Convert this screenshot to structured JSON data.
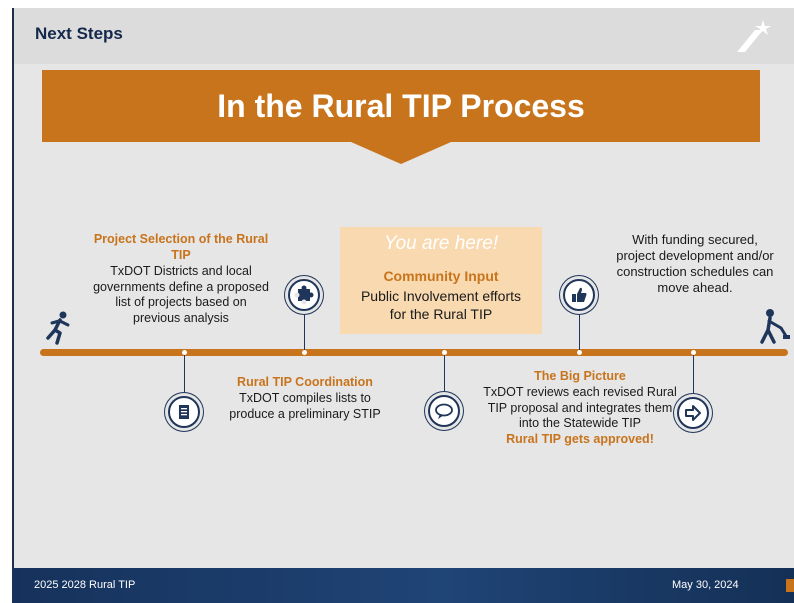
{
  "header": {
    "title": "Next Steps"
  },
  "banner": {
    "title": "In the Rural TIP Process"
  },
  "highlight": {
    "here": "You are here!",
    "heading": "Community Input",
    "body": "Public Involvement efforts for the Rural TIP"
  },
  "steps": {
    "selection": {
      "heading": "Project Selection of the Rural TIP",
      "body": "TxDOT Districts and local governments define a proposed list of projects based on previous analysis"
    },
    "coordination": {
      "heading": "Rural TIP Coordination",
      "body": "TxDOT compiles lists to produce a preliminary STIP"
    },
    "big_picture": {
      "heading": "The Big Picture",
      "body": "TxDOT reviews each revised Rural TIP proposal and integrates them into the Statewide TIP",
      "approved": "Rural TIP gets approved!"
    },
    "funding": {
      "body": "With funding secured, project development and/or construction schedules can move ahead."
    }
  },
  "icons": [
    "runner-icon",
    "document-icon",
    "puzzle-icon",
    "speech-bubble-icon",
    "thumbs-up-icon",
    "arrow-right-icon",
    "worker-icon"
  ],
  "footer": {
    "left": "2025 2028 Rural TIP",
    "right": "May 30, 2024"
  },
  "colors": {
    "accent": "#c8741c",
    "navy": "#1f3559",
    "highlight": "#f9d9b0",
    "background": "#e6e6e6"
  }
}
